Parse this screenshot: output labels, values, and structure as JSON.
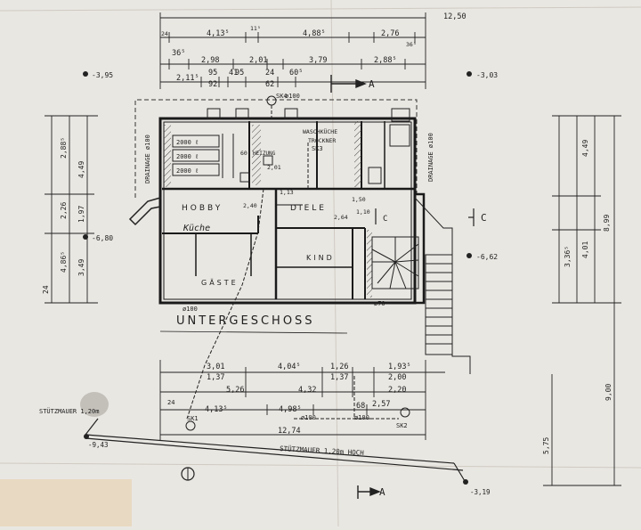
{
  "title": "UNTERGESCHOSS",
  "section_marks": {
    "a": "A",
    "c": "C"
  },
  "rooms": {
    "hobby": "HOBBY",
    "kueche": "Küche",
    "diele": "DIELE",
    "kind": "KIND",
    "gaeste": "GÄSTE",
    "heizung": "HEIZUNG",
    "waschkueche": "WASCHKÜCHE",
    "trockner": "TROCKNER",
    "tanks": [
      "2000 ℓ",
      "2000 ℓ",
      "2000 ℓ"
    ]
  },
  "labels": {
    "drainage_left": "DRAINAGE ø100",
    "drainage_right": "DRAINAGE ø100",
    "stuetzmauer_left": "STÜTZMAUER 1,20m",
    "stuetzmauer_bottom": "STÜTZMAUER 1,20m HOCH",
    "sk1": "SK1",
    "sk2": "SK2",
    "sk3": "SK3",
    "sk4": "SK4",
    "pipe_100": "ø100",
    "pipe_70": "ø70"
  },
  "levels": {
    "tl": "-3,95",
    "tr": "-3,03",
    "ml": "-6,80",
    "mr": "-6,62",
    "bl": "-9,43",
    "br": "-3,19"
  },
  "dims": {
    "top_total": "12,50",
    "top_row1": [
      "4,13⁵",
      "4,88⁵",
      "2,76"
    ],
    "top_row1_small": [
      "24",
      "11⁵",
      "36⁵"
    ],
    "top_row2": [
      "36⁵",
      "2,98",
      "2,01",
      "3,79",
      "2,88⁵"
    ],
    "top_row3": [
      "2,11⁵",
      "95",
      "41",
      "95",
      "24",
      "60⁵"
    ],
    "top_row3b": [
      "92",
      "62"
    ],
    "bottom_row1": [
      "3,01",
      "4,04⁵",
      "1,26",
      "1,93⁵"
    ],
    "bottom_row1b": [
      "1,37",
      "1,37",
      "2,00"
    ],
    "bottom_row2": [
      "5,26",
      "4,32",
      "2,20"
    ],
    "bottom_row3": [
      "4,13⁵",
      "4,98⁵",
      "2,57",
      "68",
      "24"
    ],
    "bottom_total": "12,74",
    "right_vertical": [
      "4,49",
      "4,01",
      "3,36⁵",
      "8,99",
      "9,00",
      "5,75"
    ],
    "left_vertical": [
      "2,88⁵",
      "4,49",
      "2,26",
      "1,97",
      "3,49",
      "4,86⁵",
      "24"
    ],
    "misc": [
      "2,40",
      "2,01",
      "2,64",
      "1,13",
      "1,10",
      "1,50",
      "60"
    ]
  }
}
